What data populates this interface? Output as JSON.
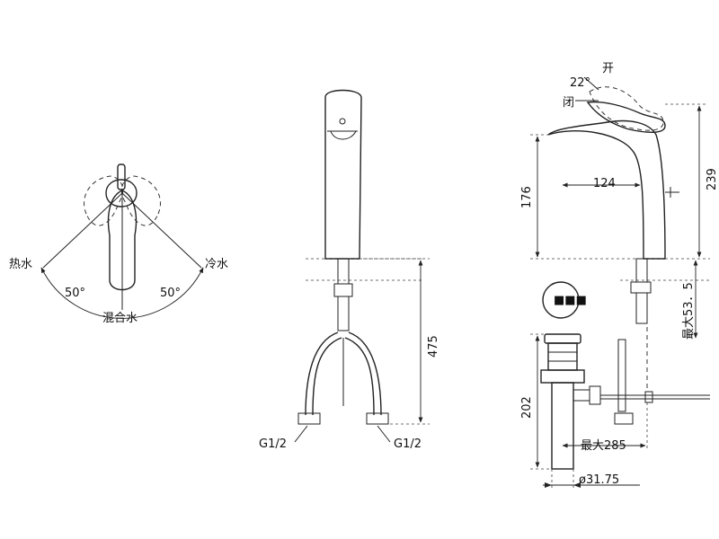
{
  "labels": {
    "hot_water": "热水",
    "cold_water": "冷水",
    "mixed_water": "混合水",
    "angle_left": "50°",
    "angle_right": "50°",
    "open": "开",
    "closed": "闭",
    "tilt_angle": "22°",
    "dim_475": "475",
    "dim_176": "176",
    "dim_124": "124",
    "dim_239": "239",
    "dim_max_53_5": "最大53．5",
    "dim_202": "202",
    "dim_max_285": "最大285",
    "dim_diameter": "ø31.75",
    "thread_left": "G1/2",
    "thread_right": "G1/2"
  }
}
